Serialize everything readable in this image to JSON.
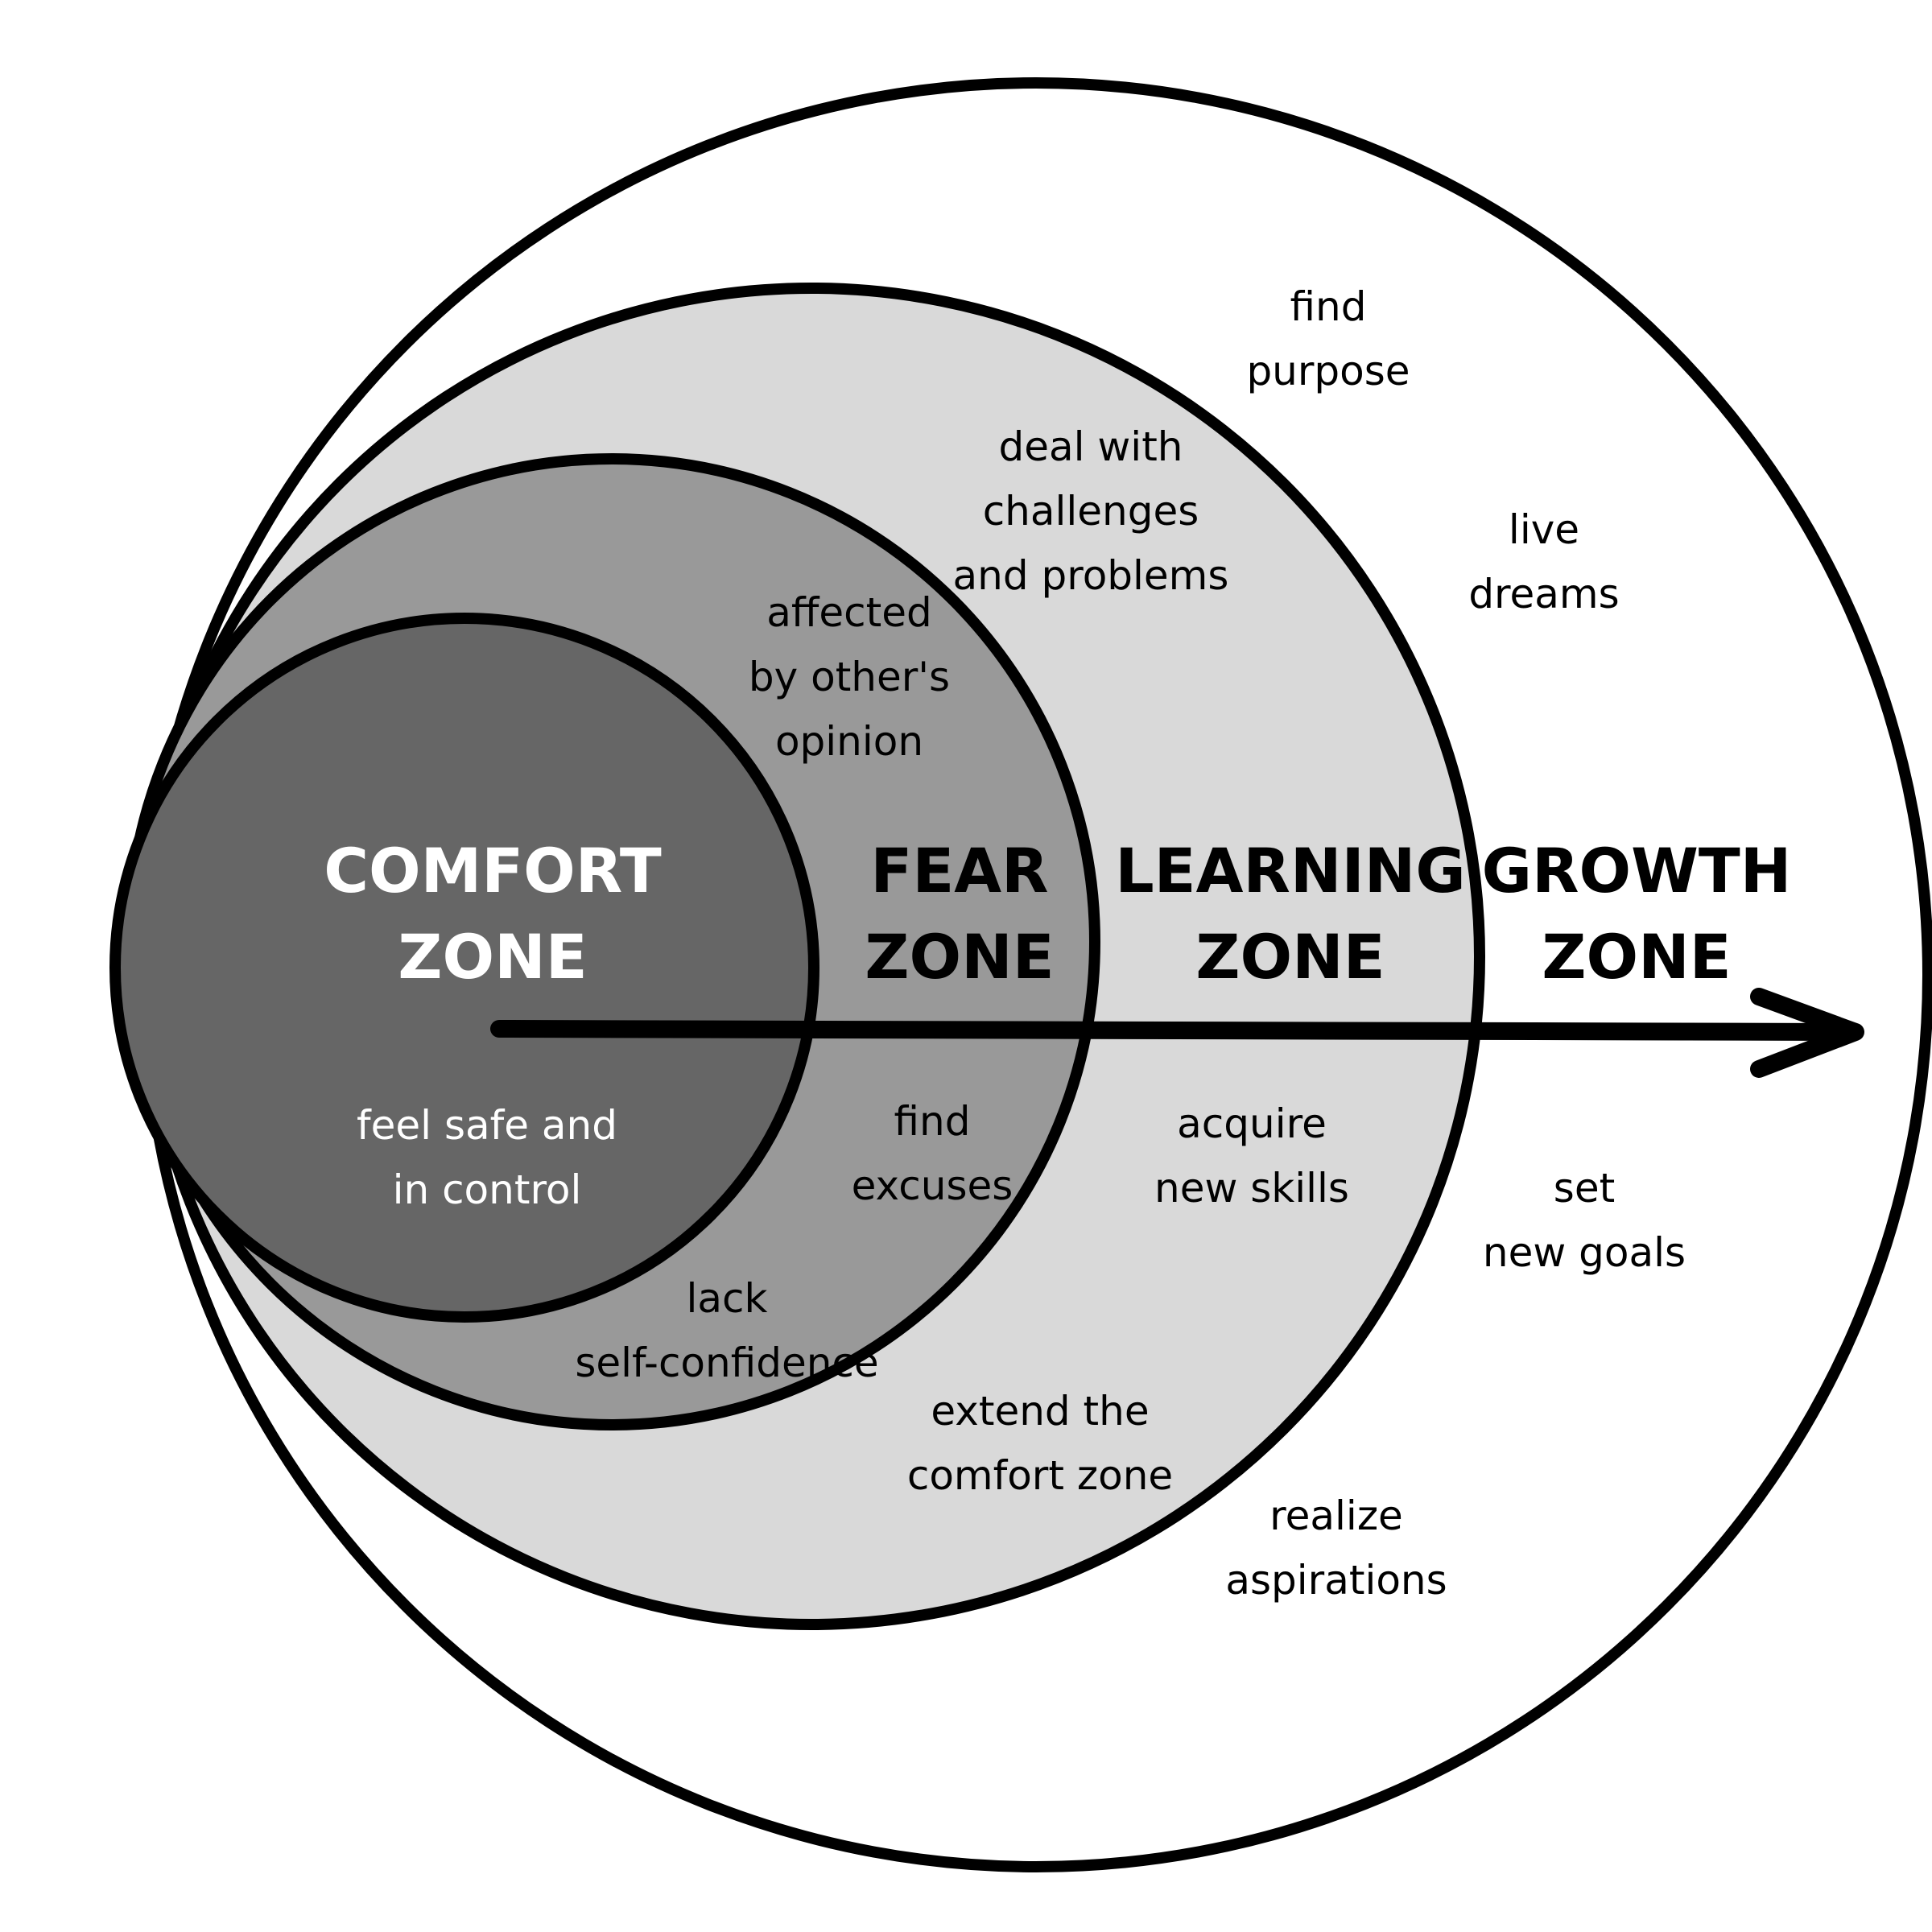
{
  "colors": {
    "background": "#ffffff",
    "outline": "#000000",
    "comfort_fill": "#666666",
    "fear_fill": "#999999",
    "learning_fill": "#d9d9d9",
    "growth_fill": "#ffffff",
    "light_text": "#ffffff",
    "dark_text": "#000000"
  },
  "zones": {
    "comfort": {
      "title_line1": "COMFORT",
      "title_line2": "ZONE",
      "notes": {
        "safe": [
          "feel safe and",
          "in control"
        ]
      }
    },
    "fear": {
      "title_line1": "FEAR",
      "title_line2": "ZONE",
      "notes": {
        "opinion": [
          "affected",
          "by other's",
          "opinion"
        ],
        "excuses": [
          "find",
          "excuses"
        ],
        "confidence": [
          "lack",
          "self-confidence"
        ]
      }
    },
    "learning": {
      "title_line1": "LEARNING",
      "title_line2": "ZONE",
      "notes": {
        "challenges": [
          "deal with",
          "challenges",
          "and problems"
        ],
        "skills": [
          "acquire",
          "new skills"
        ],
        "extend": [
          "extend the",
          "comfort zone"
        ]
      }
    },
    "growth": {
      "title_line1": "GROWTH",
      "title_line2": "ZONE",
      "notes": {
        "purpose": [
          "find",
          "purpose"
        ],
        "dreams": [
          "live",
          "dreams"
        ],
        "goals": [
          "set",
          "new goals"
        ],
        "aspirations": [
          "realize",
          "aspirations"
        ]
      }
    }
  },
  "arrow_icon": "right-arrow-icon"
}
